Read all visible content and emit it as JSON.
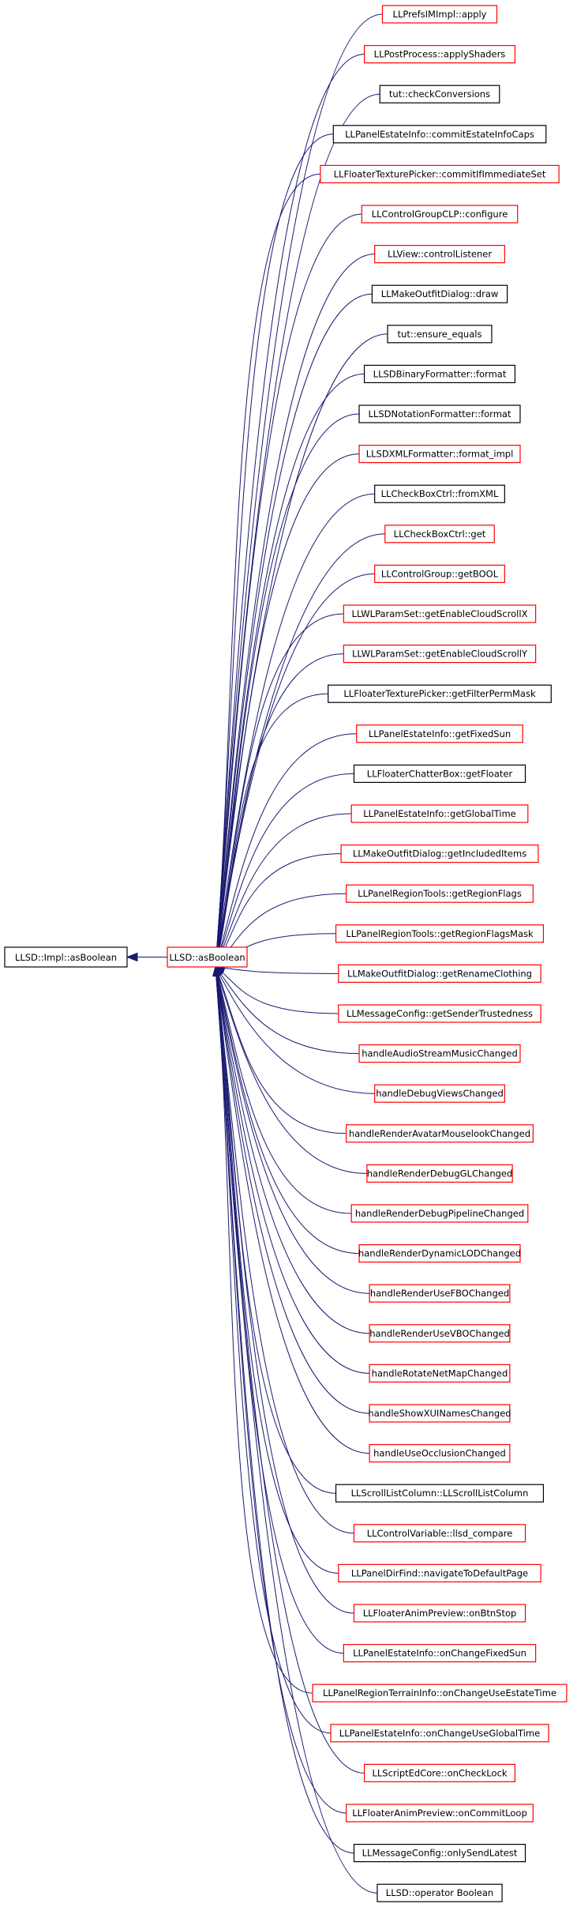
{
  "colors": {
    "edge": "#191970",
    "border_linked": "#ff0000",
    "border_plain": "#000000",
    "root_fill": "#bfbfbf",
    "node_fill": "#ffffff"
  },
  "root": {
    "label": "LLSD::Impl::asBoolean"
  },
  "hub": {
    "label": "LLSD::asBoolean",
    "border": "red"
  },
  "callers": [
    {
      "label": "LLPrefsIMImpl::apply",
      "border": "red"
    },
    {
      "label": "LLPostProcess::applyShaders",
      "border": "red"
    },
    {
      "label": "tut::checkConversions",
      "border": "black"
    },
    {
      "label": "LLPanelEstateInfo::commitEstateInfoCaps",
      "border": "black"
    },
    {
      "label": "LLFloaterTexturePicker::commitIfImmediateSet",
      "border": "red"
    },
    {
      "label": "LLControlGroupCLP::configure",
      "border": "red"
    },
    {
      "label": "LLView::controlListener",
      "border": "red"
    },
    {
      "label": "LLMakeOutfitDialog::draw",
      "border": "black"
    },
    {
      "label": "tut::ensure_equals",
      "border": "black"
    },
    {
      "label": "LLSDBinaryFormatter::format",
      "border": "black"
    },
    {
      "label": "LLSDNotationFormatter::format",
      "border": "black"
    },
    {
      "label": "LLSDXMLFormatter::format_impl",
      "border": "red"
    },
    {
      "label": "LLCheckBoxCtrl::fromXML",
      "border": "black"
    },
    {
      "label": "LLCheckBoxCtrl::get",
      "border": "red"
    },
    {
      "label": "LLControlGroup::getBOOL",
      "border": "red"
    },
    {
      "label": "LLWLParamSet::getEnableCloudScrollX",
      "border": "red"
    },
    {
      "label": "LLWLParamSet::getEnableCloudScrollY",
      "border": "red"
    },
    {
      "label": "LLFloaterTexturePicker::getFilterPermMask",
      "border": "black"
    },
    {
      "label": "LLPanelEstateInfo::getFixedSun",
      "border": "red"
    },
    {
      "label": "LLFloaterChatterBox::getFloater",
      "border": "black"
    },
    {
      "label": "LLPanelEstateInfo::getGlobalTime",
      "border": "red"
    },
    {
      "label": "LLMakeOutfitDialog::getIncludedItems",
      "border": "red"
    },
    {
      "label": "LLPanelRegionTools::getRegionFlags",
      "border": "red"
    },
    {
      "label": "LLPanelRegionTools::getRegionFlagsMask",
      "border": "red"
    },
    {
      "label": "LLMakeOutfitDialog::getRenameClothing",
      "border": "red"
    },
    {
      "label": "LLMessageConfig::getSenderTrustedness",
      "border": "red"
    },
    {
      "label": "handleAudioStreamMusicChanged",
      "border": "red"
    },
    {
      "label": "handleDebugViewsChanged",
      "border": "red"
    },
    {
      "label": "handleRenderAvatarMouselookChanged",
      "border": "red"
    },
    {
      "label": "handleRenderDebugGLChanged",
      "border": "red"
    },
    {
      "label": "handleRenderDebugPipelineChanged",
      "border": "red"
    },
    {
      "label": "handleRenderDynamicLODChanged",
      "border": "red"
    },
    {
      "label": "handleRenderUseFBOChanged",
      "border": "red"
    },
    {
      "label": "handleRenderUseVBOChanged",
      "border": "red"
    },
    {
      "label": "handleRotateNetMapChanged",
      "border": "red"
    },
    {
      "label": "handleShowXUINamesChanged",
      "border": "red"
    },
    {
      "label": "handleUseOcclusionChanged",
      "border": "red"
    },
    {
      "label": "LLScrollListColumn::LLScrollListColumn",
      "border": "black"
    },
    {
      "label": "LLControlVariable::llsd_compare",
      "border": "red"
    },
    {
      "label": "LLPanelDirFind::navigateToDefaultPage",
      "border": "red"
    },
    {
      "label": "LLFloaterAnimPreview::onBtnStop",
      "border": "red"
    },
    {
      "label": "LLPanelEstateInfo::onChangeFixedSun",
      "border": "red"
    },
    {
      "label": "LLPanelRegionTerrainInfo::onChangeUseEstateTime",
      "border": "red"
    },
    {
      "label": "LLPanelEstateInfo::onChangeUseGlobalTime",
      "border": "red"
    },
    {
      "label": "LLScriptEdCore::onCheckLock",
      "border": "red"
    },
    {
      "label": "LLFloaterAnimPreview::onCommitLoop",
      "border": "red"
    },
    {
      "label": "LLMessageConfig::onlySendLatest",
      "border": "black"
    },
    {
      "label": "LLSD::operator Boolean",
      "border": "black"
    }
  ]
}
